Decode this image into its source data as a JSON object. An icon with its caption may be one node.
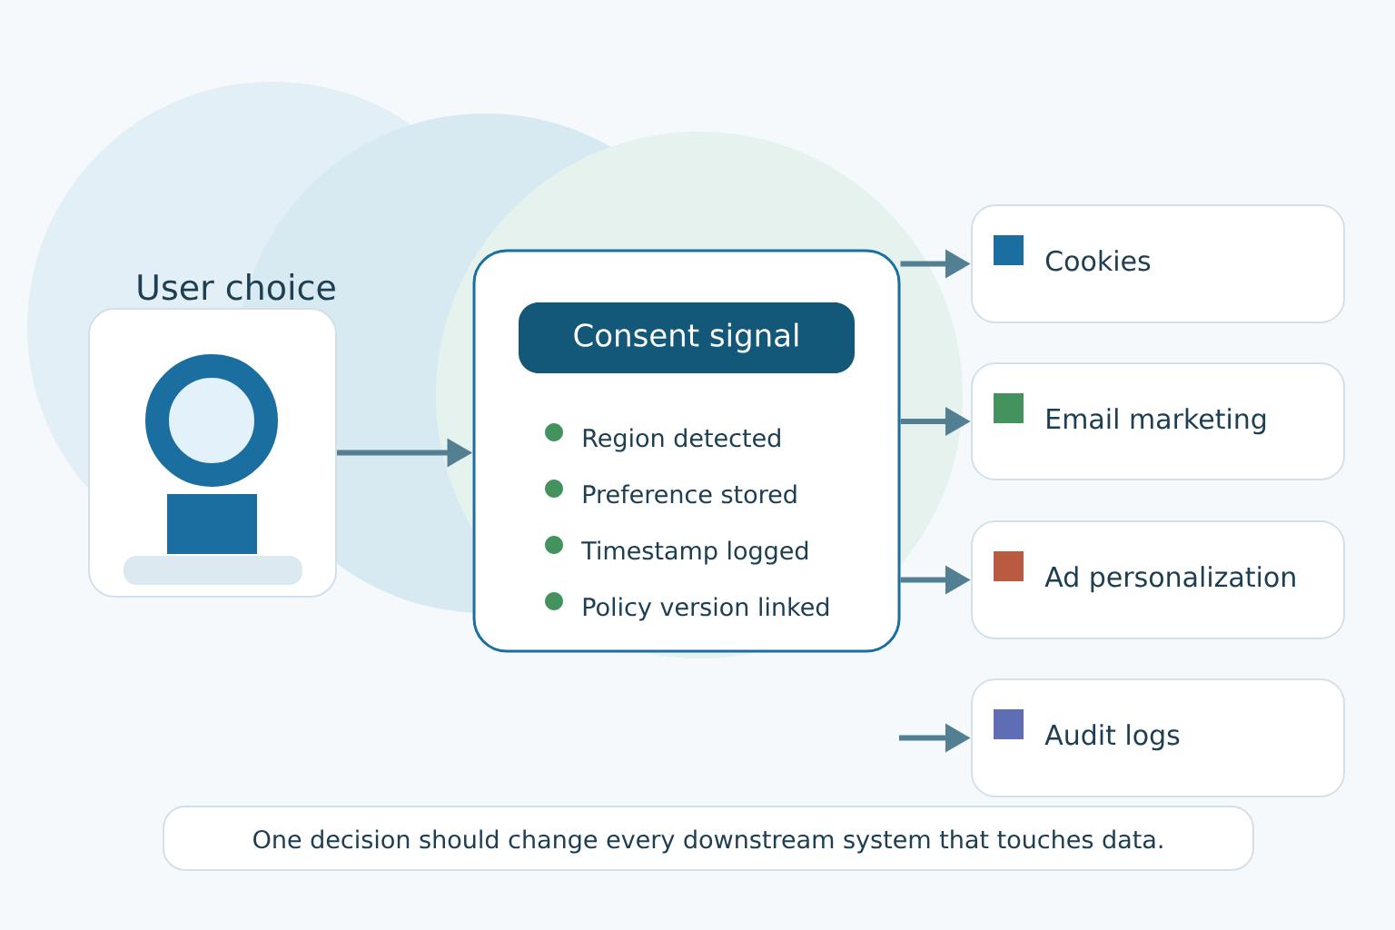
{
  "diagram": {
    "nodes": [
      {
        "text": [
          "User choice"
        ]
      },
      {
        "text": [
          "Consent signal",
          "Region detected",
          "Preference stored",
          "Timestamp logged",
          "Policy version linked"
        ]
      },
      {
        "text": [
          "Cookies"
        ]
      },
      {
        "text": [
          "Email marketing"
        ]
      },
      {
        "text": [
          "Ad personalization"
        ]
      },
      {
        "text": [
          "Audit logs"
        ]
      },
      {
        "text": [
          "One decision should change every downstream system that touches data."
        ]
      }
    ],
    "edges": [
      {
        "from": 0,
        "to": 1,
        "arrow": "to"
      },
      {
        "from": 1,
        "to": 2,
        "arrow": "to"
      },
      {
        "from": 1,
        "to": 3,
        "arrow": "to"
      },
      {
        "from": 1,
        "to": 4,
        "arrow": "to"
      },
      {
        "from": null,
        "to": 5,
        "arrow": "to"
      }
    ]
  }
}
